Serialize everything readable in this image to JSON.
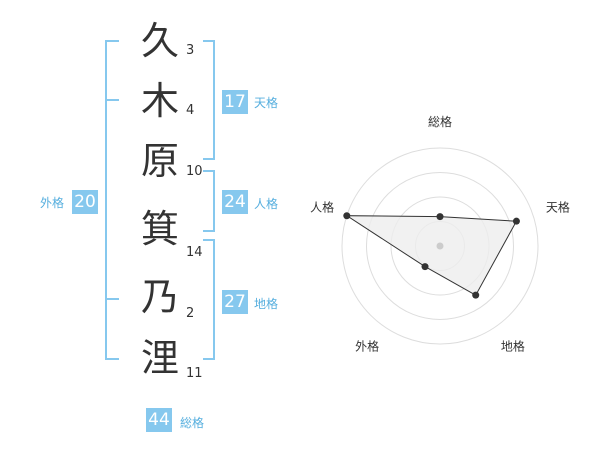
{
  "characters": [
    {
      "char": "久",
      "strokes": "3"
    },
    {
      "char": "木",
      "strokes": "4"
    },
    {
      "char": "原",
      "strokes": "10"
    },
    {
      "char": "箕",
      "strokes": "14"
    },
    {
      "char": "乃",
      "strokes": "2"
    },
    {
      "char": "浬",
      "strokes": "11"
    }
  ],
  "kaku": {
    "ten": {
      "value": "17",
      "label": "天格"
    },
    "jin": {
      "value": "24",
      "label": "人格"
    },
    "chi": {
      "value": "27",
      "label": "地格"
    },
    "gai": {
      "value": "20",
      "label": "外格"
    },
    "sou": {
      "value": "44",
      "label": "総格"
    }
  },
  "chart_data": {
    "type": "radar",
    "axes": [
      "総格",
      "天格",
      "地格",
      "外格",
      "人格"
    ],
    "values": [
      0.3,
      0.82,
      0.62,
      0.26,
      1.0
    ],
    "rings": 4,
    "grid": true,
    "colors": {
      "ring": "#dddddd",
      "fill": "#eeeeee",
      "line": "#333333",
      "point": "#333333"
    }
  },
  "colors": {
    "accent": "#86c8ee",
    "accent_text": "#55aede",
    "text": "#333333"
  }
}
